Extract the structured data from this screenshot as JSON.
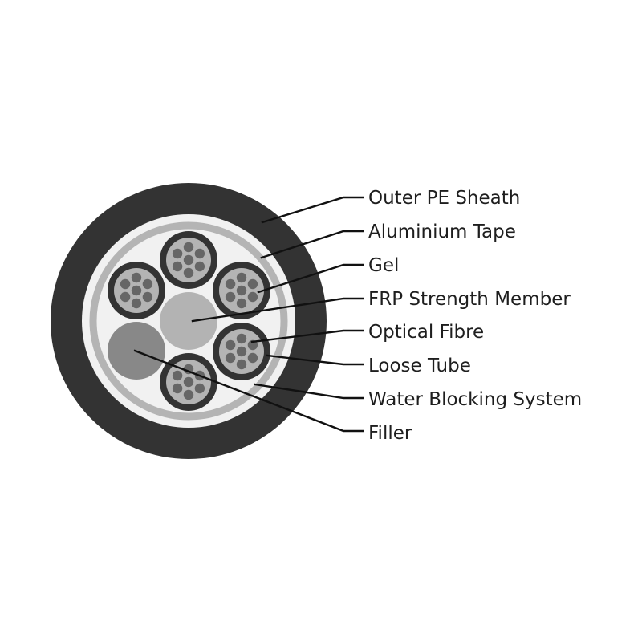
{
  "colors": {
    "outer_sheath": "#333333",
    "inner_background": "#f1f1f1",
    "aluminium_tape": "#b4b4b4",
    "loose_tube": "#333333",
    "tube_gel": "#b4b4b4",
    "optical_fibre": "#666666",
    "frp_strength_member": "#b3b3b3",
    "filler": "#888888",
    "leader_line": "#111111",
    "label_text": "#1e1e1e"
  },
  "labels": [
    {
      "id": "outer-pe-sheath",
      "text": "Outer PE Sheath"
    },
    {
      "id": "aluminium-tape",
      "text": "Aluminium Tape"
    },
    {
      "id": "gel",
      "text": "Gel"
    },
    {
      "id": "frp-strength-member",
      "text": "FRP Strength Member"
    },
    {
      "id": "optical-fibre",
      "text": "Optical Fibre"
    },
    {
      "id": "loose-tube",
      "text": "Loose Tube"
    },
    {
      "id": "water-blocking-system",
      "text": "Water Blocking System"
    },
    {
      "id": "filler",
      "text": "Filler"
    }
  ]
}
